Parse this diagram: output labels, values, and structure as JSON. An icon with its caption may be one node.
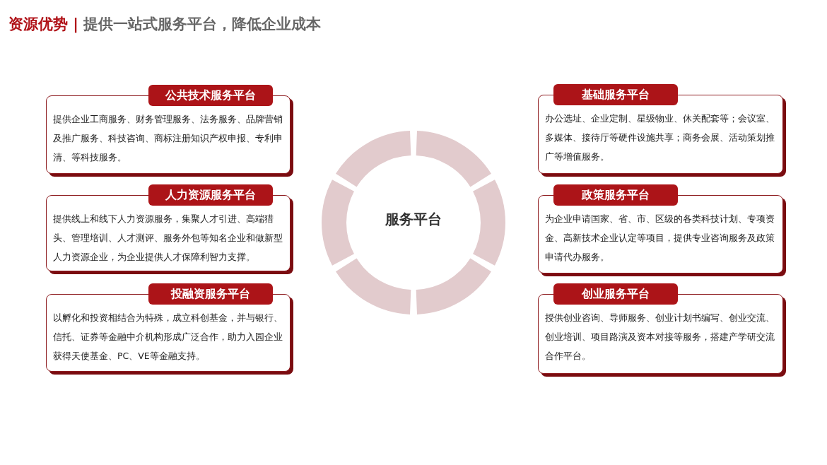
{
  "diagram": {
    "title": "资源优势 | 提供一站式服务平台，降低企业成本",
    "nodes": [
      {
        "text": [
          "公共技术服务平台",
          "提供企业工商服务、财务管理服务、法务服务、品牌营销及推广服务、科技咨询、商标注册知识产权申报、专利申清、等科技服务。"
        ]
      },
      {
        "text": [
          "人力资源服务平台",
          "提供线上和线下人力资源服务，集聚人才引进、高端猎头、管理培训、人才测评、服务外包等知名企业和做新型人力资源企业，为企业提供人才保障利智力支撑。"
        ]
      },
      {
        "text": [
          "投融资服务平台",
          "以孵化和投资相结合为特殊，成立科创基金，并与银行、信托、证券等金融中介机构形成广泛合作，助力入园企业获得天使基金、PC、VE等金融支持。"
        ]
      },
      {
        "text": [
          "服务平台"
        ]
      },
      {
        "text": [
          "基础服务平台",
          "办公选址、企业定制、星级物业、休关配套等；会议室、多媒体、接待厅等硬件设施共享；商务会展、活动策划推广等增值服务。"
        ]
      },
      {
        "text": [
          "政策服务平台",
          "为企业申请国家、省、市、区级的各类科技计划、专项资金、高新技术企业认定等项目，提供专业咨询服务及政策申请代办服务。"
        ]
      },
      {
        "text": [
          "创业服务平台",
          "授供创业咨询、导师服务、创业计划书编写、创业交流、创业培训、项目路演及资本对接等服务，搭建产学研交流合作平台。"
        ]
      }
    ]
  }
}
